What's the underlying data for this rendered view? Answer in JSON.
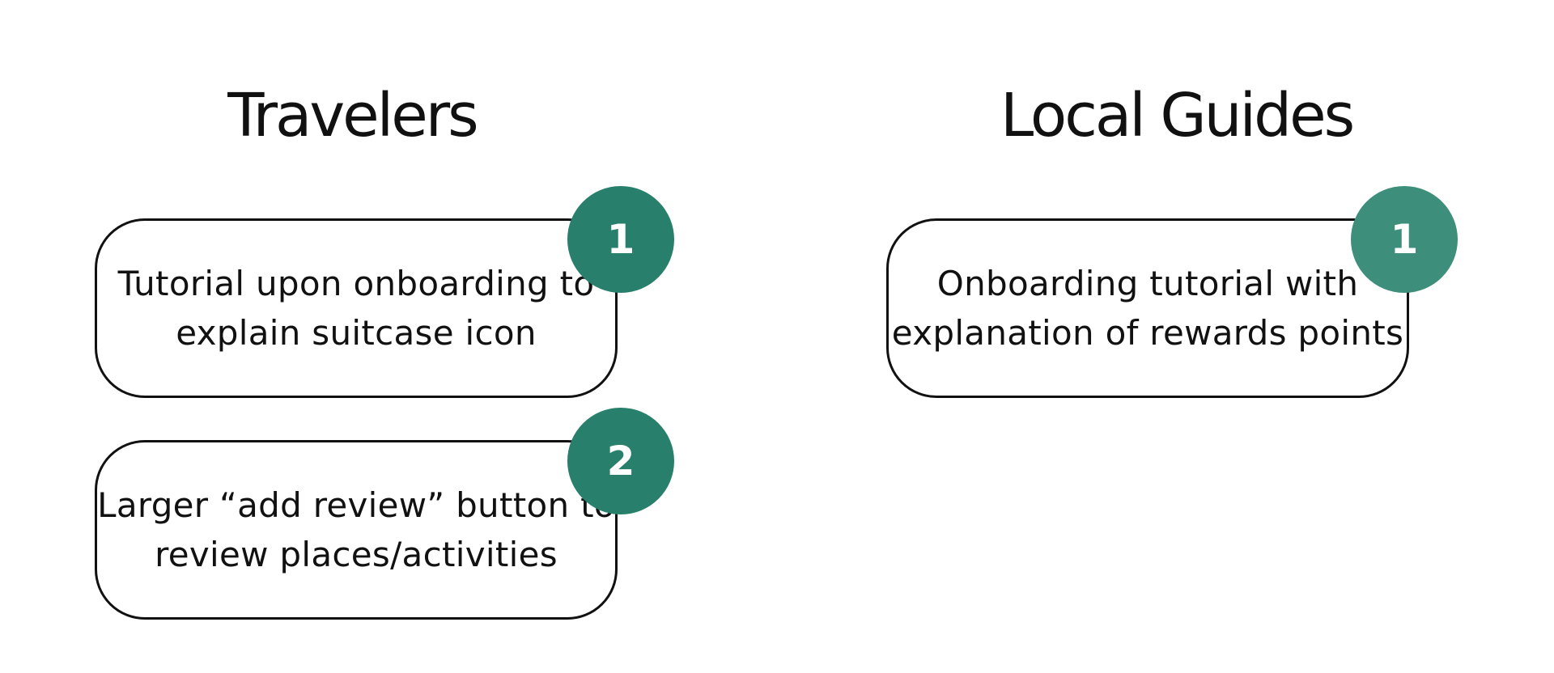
{
  "colors": {
    "badge_dark": "#287f6c",
    "badge_light": "#3d8f7b",
    "card_border": "#111111",
    "text": "#111111",
    "background": "#ffffff"
  },
  "columns": [
    {
      "title": "Travelers",
      "items": [
        {
          "number": "1",
          "text": "Tutorial upon onboarding to explain suitcase icon"
        },
        {
          "number": "2",
          "text": "Larger “add review” button to review places/activities"
        }
      ]
    },
    {
      "title": "Local Guides",
      "items": [
        {
          "number": "1",
          "text": "Onboarding tutorial with explanation of rewards points"
        }
      ]
    }
  ]
}
